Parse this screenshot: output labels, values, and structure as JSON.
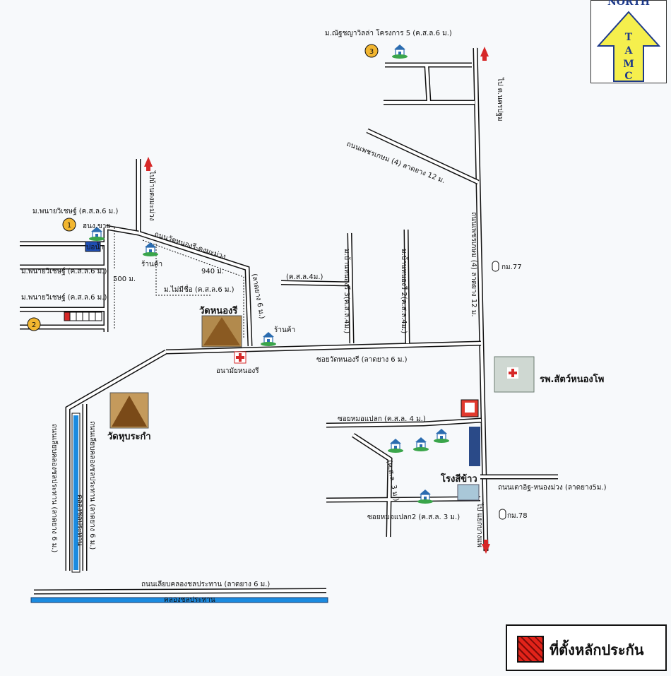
{
  "compass": {
    "north": "NORTH",
    "letters": [
      "T",
      "A",
      "M",
      "C"
    ]
  },
  "legend": {
    "label": "ที่ตั้งหลักประกัน"
  },
  "roads": {
    "main_north": "ไป ต.นครปฐม",
    "main_vertical": "ถนนเพชรเกษม (4) ลาดยาง 12 ม.",
    "phetkasem_diag": "ถนนเพชรเกษม (4) ลาดยาง 12 ม.",
    "wat_nong_ri_road": "ถนนวัดหนองรี-ดงมะม่วง",
    "wat_nong_ri_road_surface": "(ลาดยาง 6 ม.)",
    "to_ban_don": "ไปบ้านดงมะม่วง",
    "soi_wat_nong_ri": "ซอยวัดหนองรี (ลาดยาง 6 ม.)",
    "soi_mor_plaek": "ซอยหมอแปลก (ค.ส.ล. 4 ม.)",
    "soi_mor_plaek2": "ซอยหมอแปลก2 (ค.ส.ล. 3 ม.)",
    "concrete_3m": "(ค.ส.ล. 3 ม.)",
    "concrete_4m": "(ค.ส.ล.4ม.)",
    "nong_ri_3": "ม.บ้านหนองรี 3(ค.ส.ล.4ม.)",
    "nong_ri_2": "ม.บ้านหนองรี 2(ค.ส.ล.4ม.)",
    "tao_it": "ถนนเตาอิฐ-หนองม่วง (ลาดยาง5ม.)",
    "to_bang_phae": "ไป แยกบางแพ",
    "canal_road_bottom": "ถนนเลียบคลองชลประทาน (ลาดยาง 6 ม.)",
    "canal_bottom": "คลองชลประทาน",
    "canal_road_left1": "ถนนเลียบคลองชลประทาน (ลาดยาง 6 ม.)",
    "canal_road_left2": "ถนนเลียบคลองชลประทาน (ลาดยาง 6 ม.)",
    "canal_vertical": "คลองชลประทาน"
  },
  "places": {
    "village_top": "ม.ณัฐชญาวิลล่า โครงการ 5 (ค.ส.ล.6 ม.)",
    "village_a": "ม.พนายวิเชษฐ์ (ค.ส.ล.6 ม.)",
    "village_b": "ม.พนายวิเชษฐ์ (ค.ส.ล.6 ม.)",
    "village_c": "ม.พนายวิเชษฐ์ (ค.ส.ล.6 ม.)",
    "village_noname": "ม.ไม่มีชื่อ (ค.ส.ล.6 ม.)",
    "shop1": "ร้านค้า",
    "shop2": "ร้านค้า",
    "shop_sell": "ฮนง.ขาย",
    "pond": "บ่อน้ำ",
    "wat_nong_ri": "วัดหนองรี",
    "health_center": "อนามัยหนองรี",
    "wat_hup": "วัดหุบระกำ",
    "hospital": "รพ.สัตว์หนองโพ",
    "rice_mill": "โรงสีข้าว",
    "km77": "กม.77",
    "km78": "กม.78"
  },
  "distances": {
    "d500": "500 ม.",
    "d940": "940 ม."
  },
  "markers": [
    "1",
    "2",
    "3"
  ]
}
